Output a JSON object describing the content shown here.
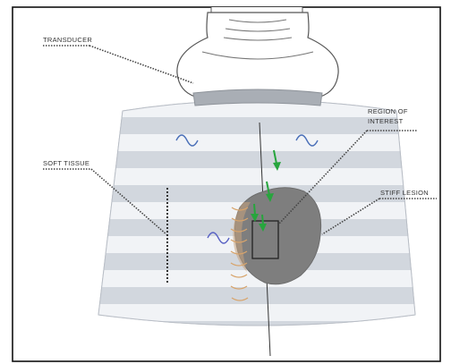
{
  "labels": {
    "transducer": "TRANSDUCER",
    "soft_tissue": "SOFT TISSUE",
    "region_line1": "REGION OF",
    "region_line2": "INTEREST",
    "stiff_lesion": "STIFF LESION"
  },
  "colors": {
    "frame": "#111111",
    "band_light": "#f1f3f6",
    "band_dark": "#d2d7de",
    "probe_face": "#a9aeb5",
    "lesion": "#7e7e7e",
    "arrow": "#27a53d",
    "wave_blue": "#4a6fb8",
    "wave_orange": "#d8a46b",
    "leader": "#444444"
  }
}
